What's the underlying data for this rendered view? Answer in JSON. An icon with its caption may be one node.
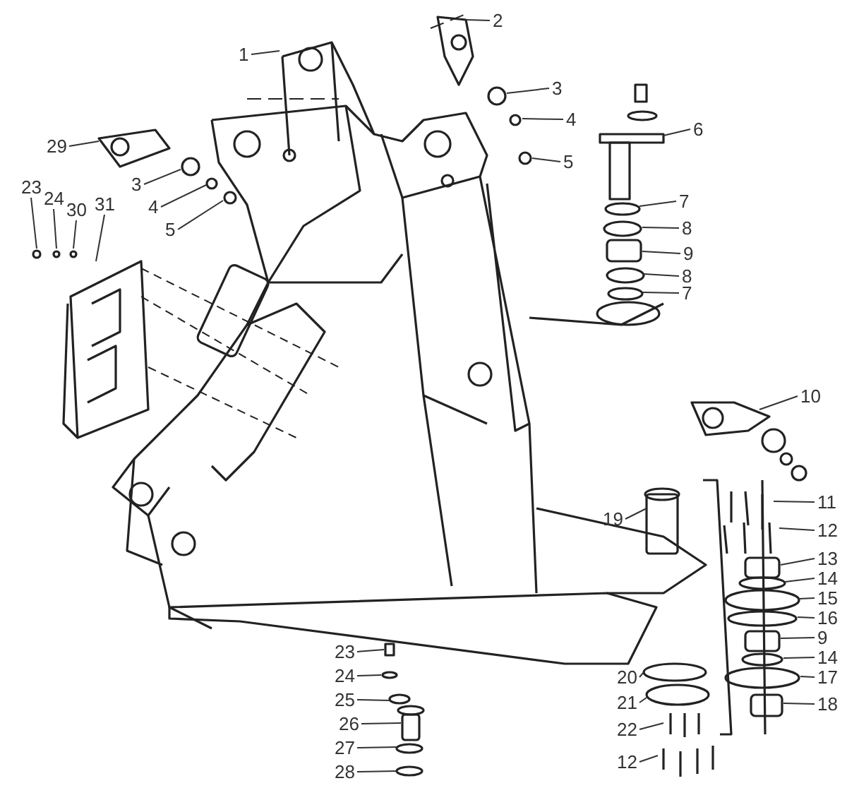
{
  "diagram": {
    "nodes": [
      {
        "text": [
          "1"
        ]
      },
      {
        "text": [
          "2"
        ]
      },
      {
        "text": [
          "3"
        ]
      },
      {
        "text": [
          "4"
        ]
      },
      {
        "text": [
          "5"
        ]
      },
      {
        "text": [
          "29"
        ]
      },
      {
        "text": [
          "3"
        ]
      },
      {
        "text": [
          "4"
        ]
      },
      {
        "text": [
          "5"
        ]
      },
      {
        "text": [
          "6"
        ]
      },
      {
        "text": [
          "7"
        ]
      },
      {
        "text": [
          "8"
        ]
      },
      {
        "text": [
          "9"
        ]
      },
      {
        "text": [
          "8"
        ]
      },
      {
        "text": [
          "7"
        ]
      },
      {
        "text": [
          "23"
        ]
      },
      {
        "text": [
          "24"
        ]
      },
      {
        "text": [
          "30"
        ]
      },
      {
        "text": [
          "31"
        ]
      },
      {
        "text": [
          "10"
        ]
      },
      {
        "text": [
          "11"
        ]
      },
      {
        "text": [
          "12"
        ]
      },
      {
        "text": [
          "13"
        ]
      },
      {
        "text": [
          "14"
        ]
      },
      {
        "text": [
          "15"
        ]
      },
      {
        "text": [
          "16"
        ]
      },
      {
        "text": [
          "9"
        ]
      },
      {
        "text": [
          "14"
        ]
      },
      {
        "text": [
          "17"
        ]
      },
      {
        "text": [
          "18"
        ]
      },
      {
        "text": [
          "19"
        ]
      },
      {
        "text": [
          "20"
        ]
      },
      {
        "text": [
          "21"
        ]
      },
      {
        "text": [
          "22"
        ]
      },
      {
        "text": [
          "12"
        ]
      },
      {
        "text": [
          "23"
        ]
      },
      {
        "text": [
          "24"
        ]
      },
      {
        "text": [
          "25"
        ]
      },
      {
        "text": [
          "26"
        ]
      },
      {
        "text": [
          "27"
        ]
      },
      {
        "text": [
          "28"
        ]
      }
    ],
    "edges": [
      {
        "from": 0,
        "to": null,
        "arrow": "none"
      },
      {
        "from": 1,
        "to": null,
        "arrow": "none"
      },
      {
        "from": 2,
        "to": null,
        "arrow": "none"
      },
      {
        "from": 3,
        "to": null,
        "arrow": "none"
      },
      {
        "from": 4,
        "to": null,
        "arrow": "none"
      },
      {
        "from": 5,
        "to": null,
        "arrow": "none"
      },
      {
        "from": 6,
        "to": null,
        "arrow": "none"
      },
      {
        "from": 7,
        "to": null,
        "arrow": "none"
      },
      {
        "from": 8,
        "to": null,
        "arrow": "none"
      },
      {
        "from": 9,
        "to": null,
        "arrow": "none"
      },
      {
        "from": 10,
        "to": null,
        "arrow": "none"
      },
      {
        "from": 11,
        "to": null,
        "arrow": "none"
      },
      {
        "from": 12,
        "to": null,
        "arrow": "none"
      },
      {
        "from": 13,
        "to": null,
        "arrow": "none"
      },
      {
        "from": 14,
        "to": null,
        "arrow": "none"
      },
      {
        "from": 15,
        "to": null,
        "arrow": "none"
      },
      {
        "from": 16,
        "to": null,
        "arrow": "none"
      },
      {
        "from": 17,
        "to": null,
        "arrow": "none"
      },
      {
        "from": 18,
        "to": null,
        "arrow": "none"
      },
      {
        "from": 19,
        "to": null,
        "arrow": "none"
      },
      {
        "from": 20,
        "to": null,
        "arrow": "none"
      },
      {
        "from": 21,
        "to": null,
        "arrow": "none"
      },
      {
        "from": 22,
        "to": null,
        "arrow": "none"
      },
      {
        "from": 23,
        "to": null,
        "arrow": "none"
      },
      {
        "from": 24,
        "to": null,
        "arrow": "none"
      },
      {
        "from": 25,
        "to": null,
        "arrow": "none"
      },
      {
        "from": 26,
        "to": null,
        "arrow": "none"
      },
      {
        "from": 27,
        "to": null,
        "arrow": "none"
      },
      {
        "from": 28,
        "to": null,
        "arrow": "none"
      },
      {
        "from": 29,
        "to": null,
        "arrow": "none"
      },
      {
        "from": 30,
        "to": null,
        "arrow": "none"
      },
      {
        "from": 31,
        "to": null,
        "arrow": "none"
      },
      {
        "from": 32,
        "to": null,
        "arrow": "none"
      },
      {
        "from": 33,
        "to": null,
        "arrow": "none"
      },
      {
        "from": 34,
        "to": null,
        "arrow": "none"
      },
      {
        "from": 35,
        "to": null,
        "arrow": "none"
      },
      {
        "from": 36,
        "to": null,
        "arrow": "none"
      },
      {
        "from": 37,
        "to": null,
        "arrow": "none"
      },
      {
        "from": 38,
        "to": null,
        "arrow": "none"
      },
      {
        "from": 39,
        "to": null,
        "arrow": "none"
      },
      {
        "from": 40,
        "to": null,
        "arrow": "none"
      }
    ]
  }
}
